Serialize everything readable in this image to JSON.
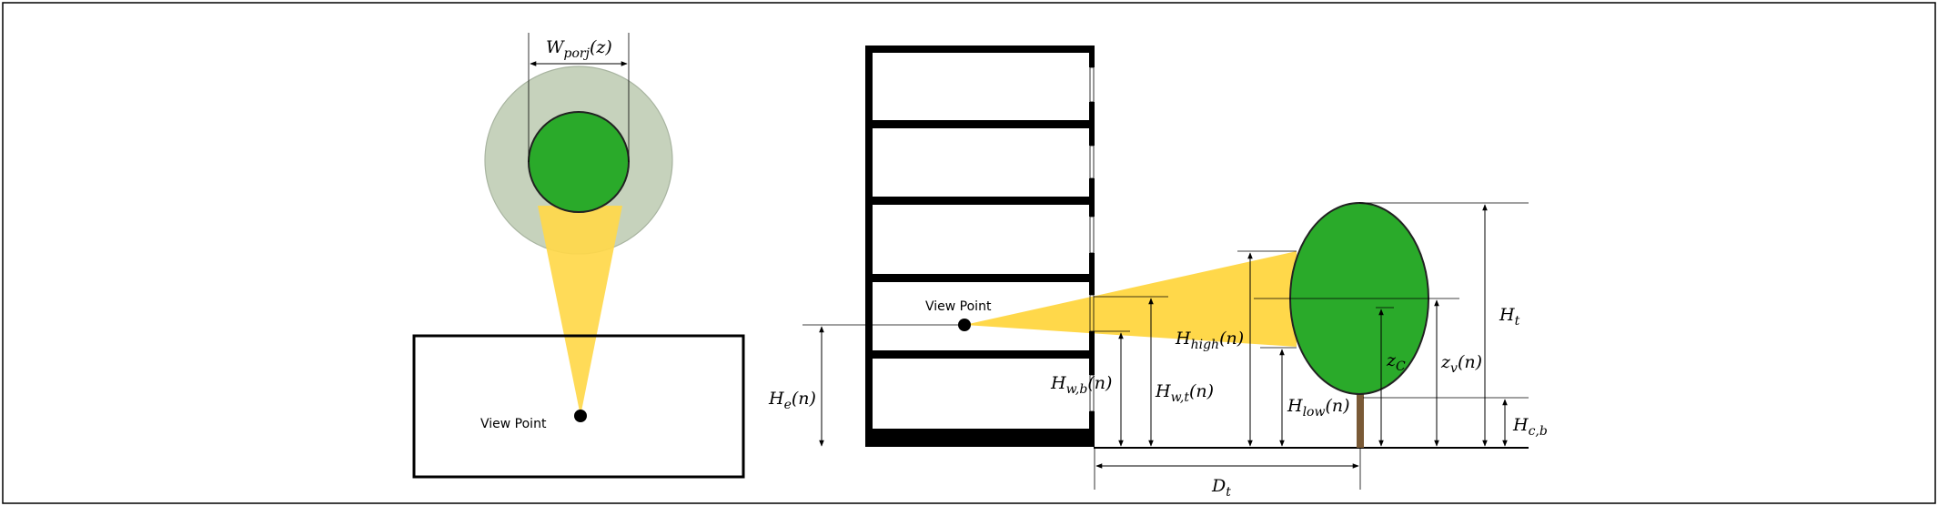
{
  "labels": {
    "wproj_main": "W",
    "wproj_sub": "porj",
    "wproj_tail": "(z)",
    "view_point_top": "View Point",
    "view_point_side": "View Point",
    "he_main": "H",
    "he_sub": "e",
    "he_tail": "(n)",
    "hwb_main": "H",
    "hwb_sub": "w,b",
    "hwb_tail": "(n)",
    "hwt_main": "H",
    "hwt_sub": "w,t",
    "hwt_tail": "(n)",
    "hhigh_main": "H",
    "hhigh_sub": "high",
    "hhigh_tail": "(n)",
    "hlow_main": "H",
    "hlow_sub": "low",
    "hlow_tail": "(n)",
    "zc_main": "z",
    "zc_sub": "C",
    "zv_main": "z",
    "zv_sub": "v",
    "zv_tail": "(n)",
    "ht_main": "H",
    "ht_sub": "t",
    "hcb_main": "H",
    "hcb_sub": "c,b",
    "dt_main": "D",
    "dt_sub": "t"
  },
  "colors": {
    "foliage": "#2aaa2a",
    "halo": "#c6d2bc",
    "view_cone": "#ffd84a",
    "trunk": "#7a5a36",
    "building": "#000000"
  }
}
